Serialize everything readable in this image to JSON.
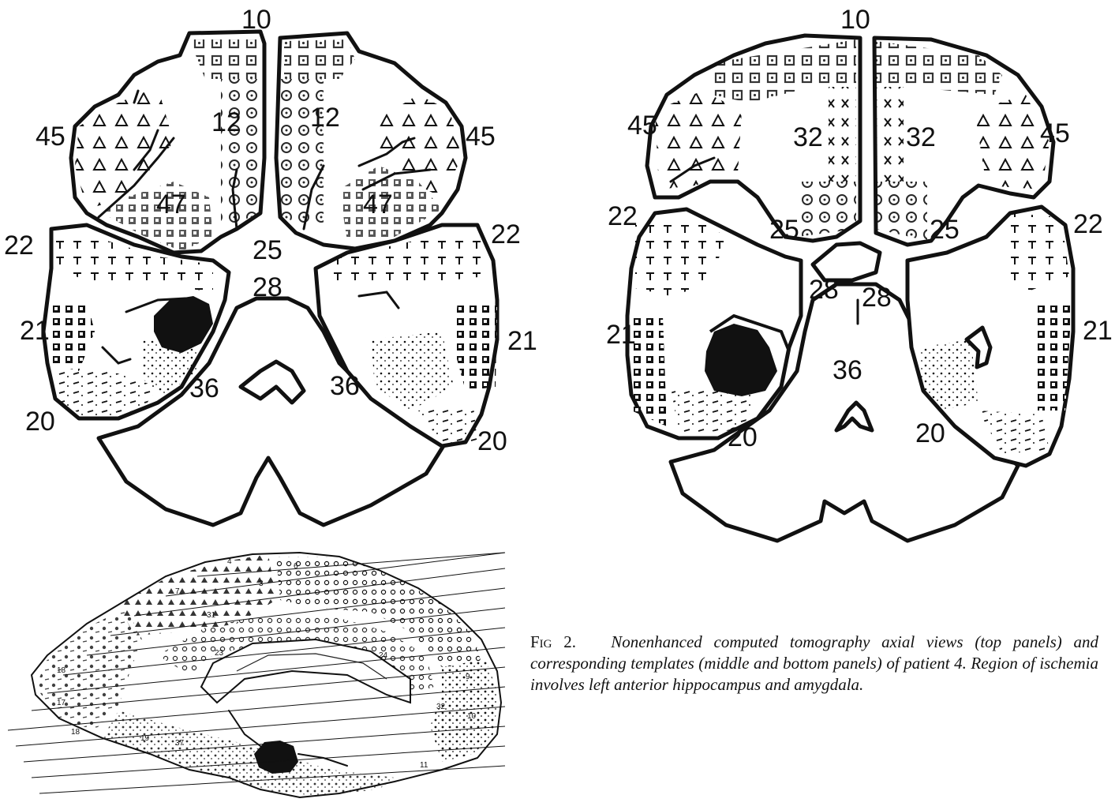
{
  "caption": {
    "label": "Fig 2.",
    "text": "Nonenhanced computed tomography axial views (top panels) and corresponding templates (middle and bottom panels) of patient 4. Region of ischemia involves left anterior hippocampus and amygdala."
  },
  "left_section": {
    "labels": {
      "a10": "10",
      "a12l": "12",
      "a12r": "12",
      "a45l": "45",
      "a45r": "45",
      "a47l": "47",
      "a47r": "47",
      "a22l": "22",
      "a22r": "22",
      "a25": "25",
      "a28": "28",
      "a21l": "21",
      "a21r": "21",
      "a36l": "36",
      "a36r": "36",
      "a20l": "20",
      "a20r": "20"
    }
  },
  "right_section": {
    "labels": {
      "a10": "10",
      "a32l": "32",
      "a32r": "32",
      "a45l": "45",
      "a45r": "45",
      "a22l": "22",
      "a22r": "22",
      "a25l": "25",
      "a25r": "25",
      "a28l": "28",
      "a28r": "28",
      "a21l": "21",
      "a21r": "21",
      "a36": "36",
      "a20l": "20",
      "a20r": "20"
    }
  },
  "sagittal": {
    "labels": {
      "a3": "3",
      "a7": "7",
      "a31": "31",
      "a23": "23",
      "a24": "24",
      "a18a": "18",
      "a18b": "18",
      "a17": "17",
      "a19": "19",
      "a37": "37",
      "a32": "32",
      "a10": "10",
      "a11": "11",
      "a9": "9",
      "a4": "4",
      "a6": "6"
    }
  }
}
